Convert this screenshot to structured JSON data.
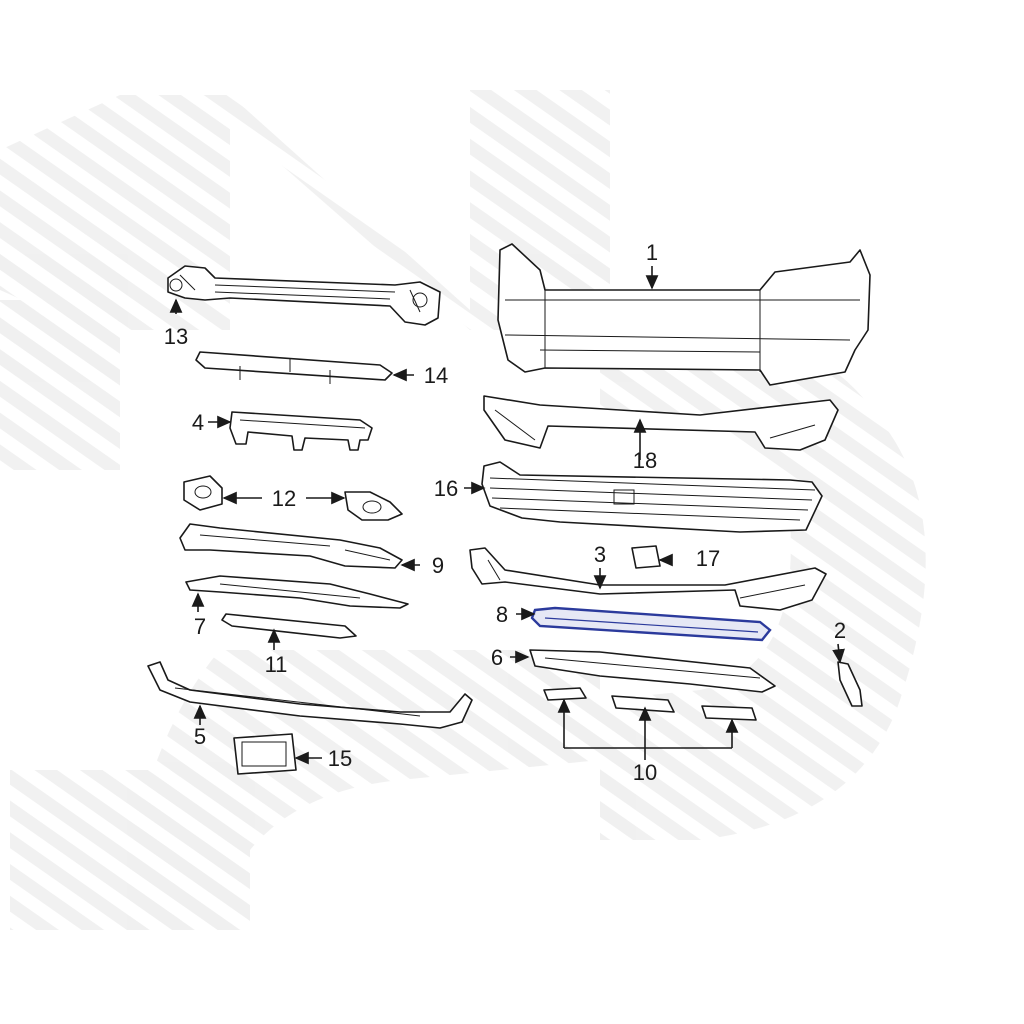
{
  "diagram": {
    "watermark": "watermark-logo",
    "highlight_color": "#2b3a9c",
    "highlighted_part": "8",
    "callouts": [
      {
        "id": "c1",
        "label": "1"
      },
      {
        "id": "c2",
        "label": "2"
      },
      {
        "id": "c3",
        "label": "3"
      },
      {
        "id": "c4",
        "label": "4"
      },
      {
        "id": "c5",
        "label": "5"
      },
      {
        "id": "c6",
        "label": "6"
      },
      {
        "id": "c7",
        "label": "7"
      },
      {
        "id": "c8",
        "label": "8"
      },
      {
        "id": "c9",
        "label": "9"
      },
      {
        "id": "c10",
        "label": "10"
      },
      {
        "id": "c11",
        "label": "11"
      },
      {
        "id": "c12",
        "label": "12"
      },
      {
        "id": "c13",
        "label": "13"
      },
      {
        "id": "c14",
        "label": "14"
      },
      {
        "id": "c15",
        "label": "15"
      },
      {
        "id": "c16",
        "label": "16"
      },
      {
        "id": "c17",
        "label": "17"
      },
      {
        "id": "c18",
        "label": "18"
      }
    ]
  }
}
